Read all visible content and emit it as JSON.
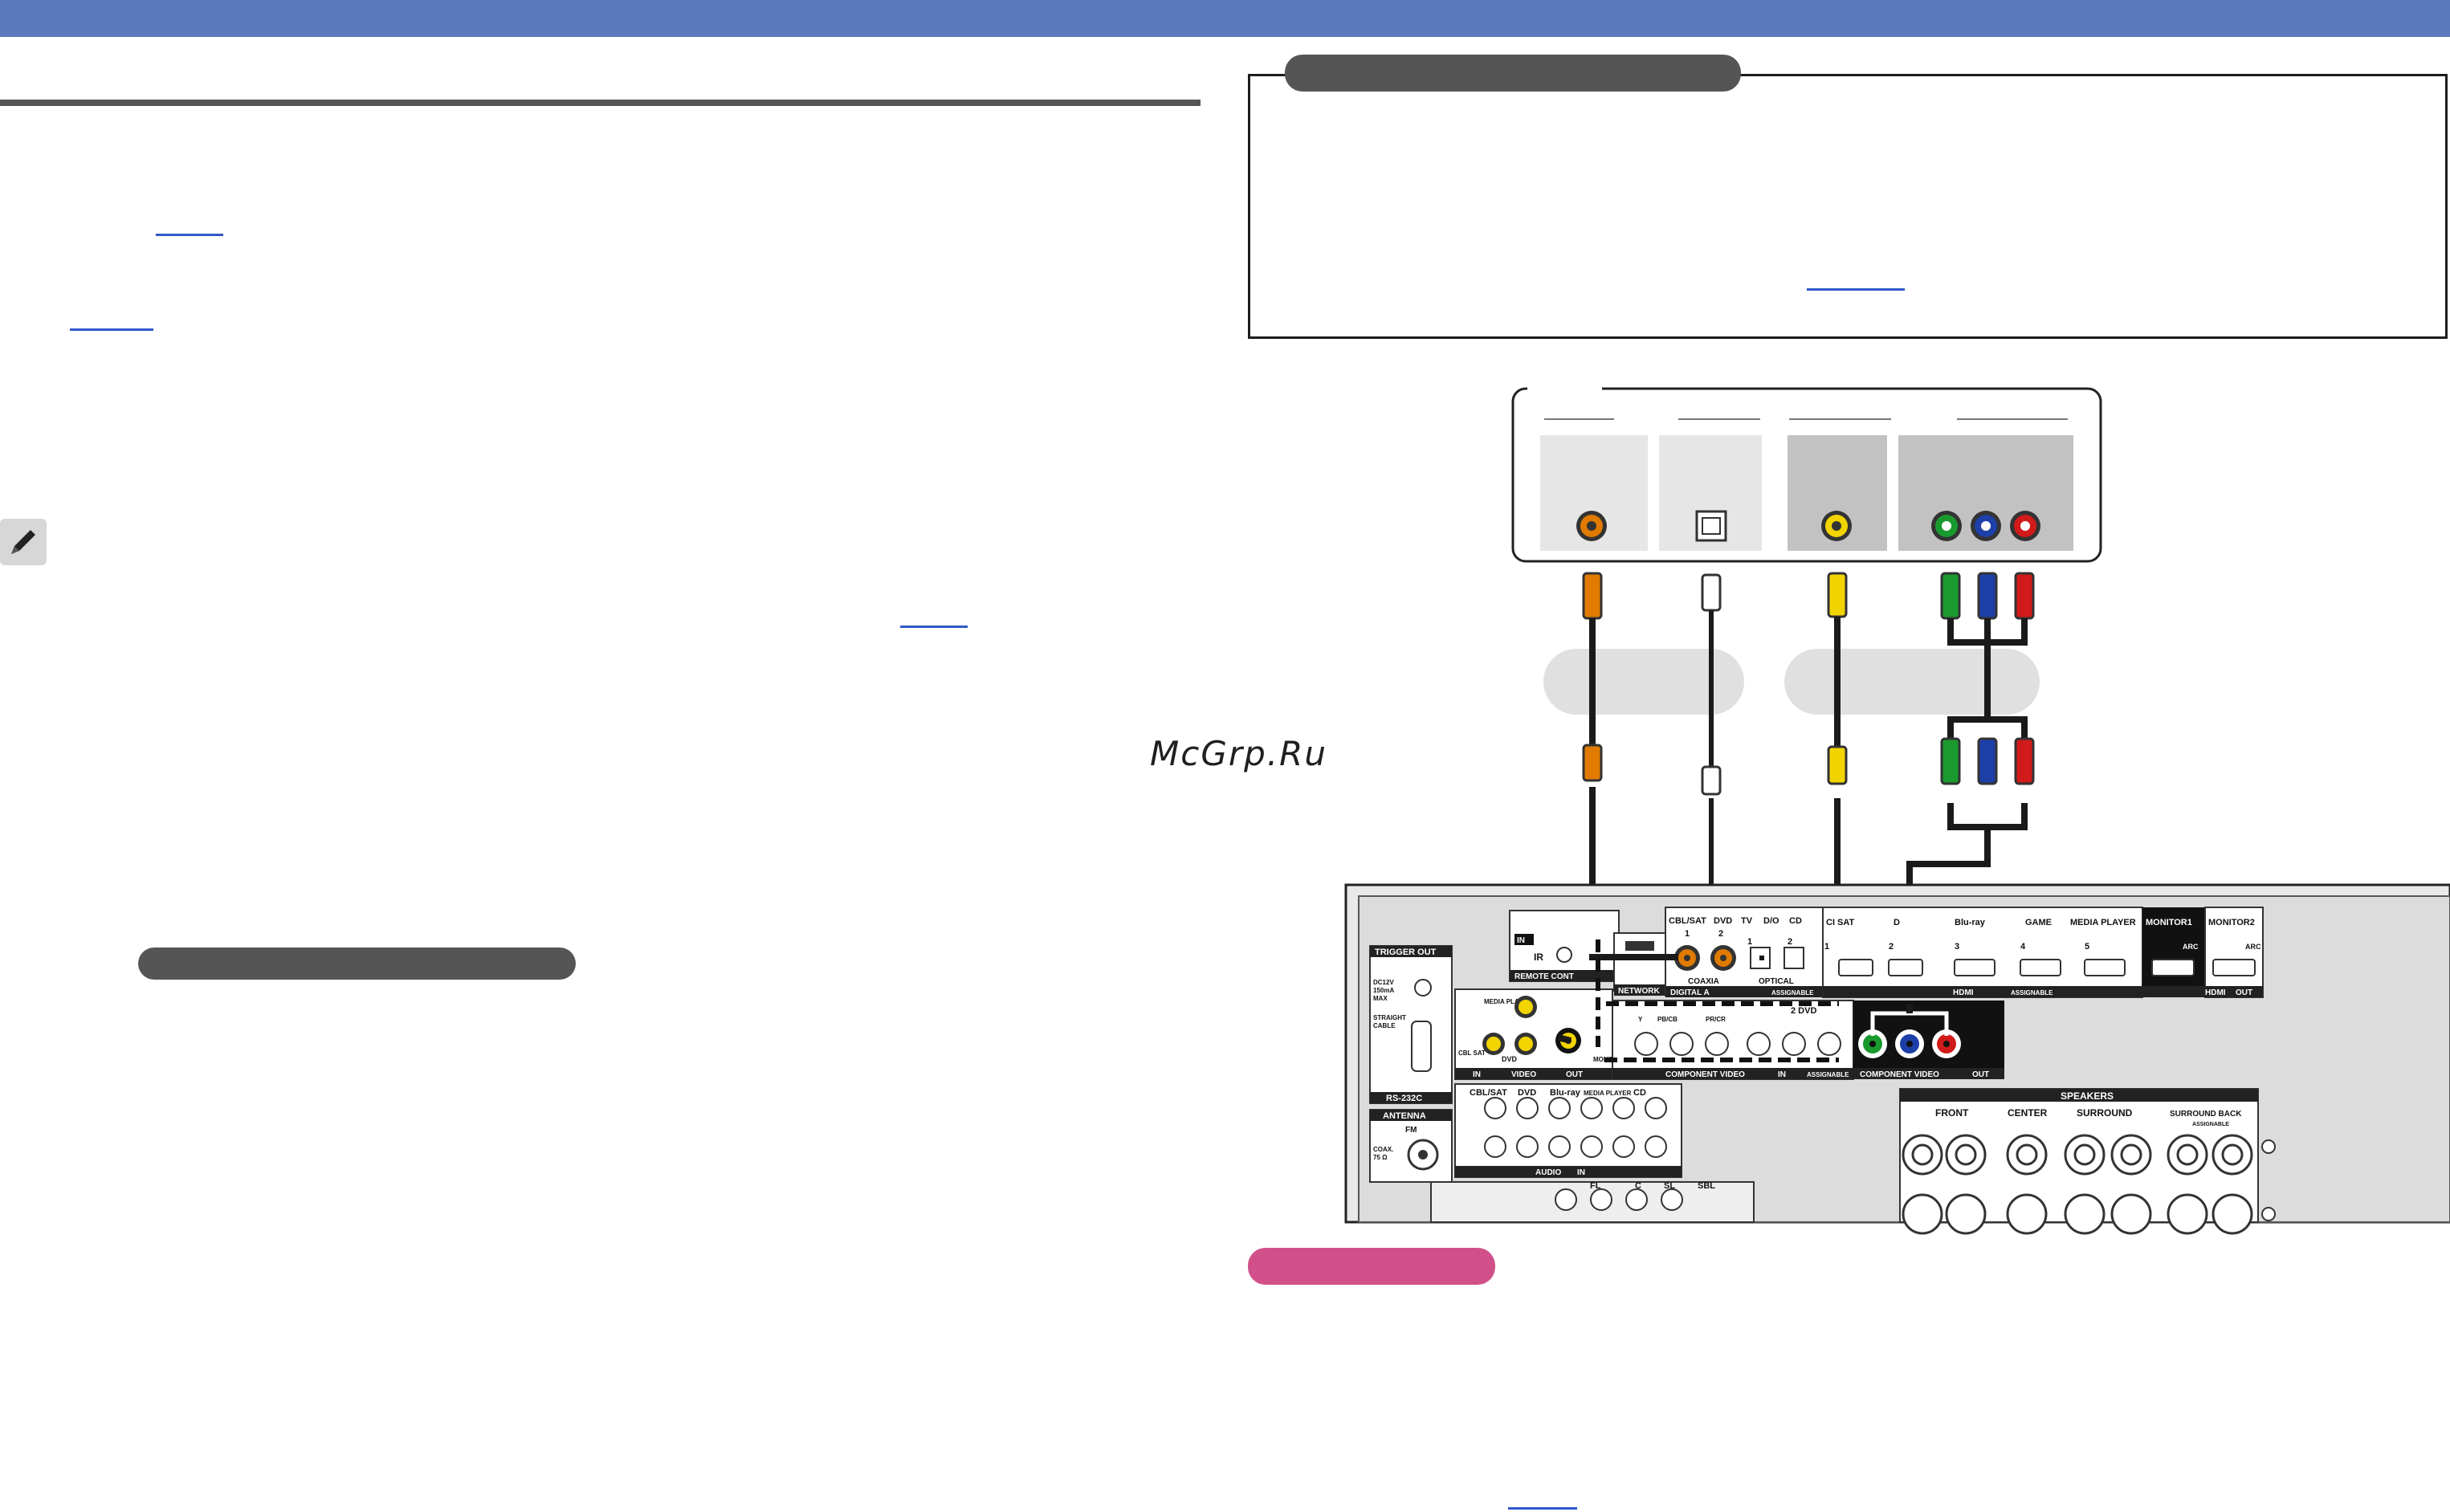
{
  "watermark": "McGrp.Ru",
  "colors": {
    "header_bar": "#5b79bf",
    "section_pill": "#555555",
    "note_pill": "#d1508a",
    "link": "#3158c9",
    "cable_coax": "#e07b00",
    "cable_video": "#f2d400",
    "cable_y": "#1a9a2e",
    "cable_pb": "#1d3fa8",
    "cable_pr": "#d11a1a"
  },
  "diagram": {
    "receiver": {
      "remote_control_label": "REMOTE CONT",
      "in_tag": "IN",
      "ir_label": "IR",
      "network_label": "NETWORK",
      "digital_audio_label": "DIGITAL A",
      "coaxial_label": "COAXIA",
      "optical_label": "OPTICAL",
      "assignable_label": "ASSIGNABLE",
      "digital_inputs": [
        "CBL/SAT",
        "DVD",
        "TV",
        "D/O",
        "CD"
      ],
      "digital_numbers": [
        "1",
        "2",
        "1",
        "2"
      ],
      "hdmi_inputs": [
        "CI SAT",
        "D",
        "Blu-ray",
        "GAME",
        "MEDIA PLAYER"
      ],
      "hdmi_numbers": [
        "1",
        "2",
        "3",
        "4",
        "5"
      ],
      "hdmi_in_label": "HDMI",
      "monitor_outputs": [
        "MONITOR1",
        "MONITOR2"
      ],
      "arc_label": "ARC",
      "hdmi_out_label": "HDMI",
      "out_tag": "OUT",
      "trigger_out": "TRIGGER OUT",
      "trigger_spec": [
        "DC12V",
        "150mA",
        "MAX"
      ],
      "straight_cable": [
        "STRAIGHT",
        "CABLE"
      ],
      "rs232c": "RS-232C",
      "antenna": "ANTENNA",
      "fm": "FM",
      "coax_ohm": [
        "COAX.",
        "75 Ω"
      ],
      "video_inputs": [
        "MEDIA PLAYER",
        "CBL SAT",
        "DVD"
      ],
      "video_label": "VIDEO",
      "monitor_label": "MONITOR",
      "component_video_in_label": "COMPONENT VIDEO",
      "component_dvd": "2 DVD",
      "component_cols": [
        "Y",
        "PB/CB",
        "PR/CR"
      ],
      "component_video_out_label": "COMPONENT VIDEO",
      "audio_inputs": [
        "CBL/SAT",
        "DVD",
        "Blu-ray",
        "MEDIA PLAYER",
        "CD"
      ],
      "audio_label": "AUDIO",
      "speakers_label": "SPEAKERS",
      "speaker_groups": [
        "FRONT",
        "CENTER",
        "SURROUND",
        "SURROUND BACK"
      ],
      "speaker_assignable": "ASSIGNABLE",
      "preout_labels": [
        "FL",
        "C",
        "SL",
        "SBL"
      ]
    }
  }
}
